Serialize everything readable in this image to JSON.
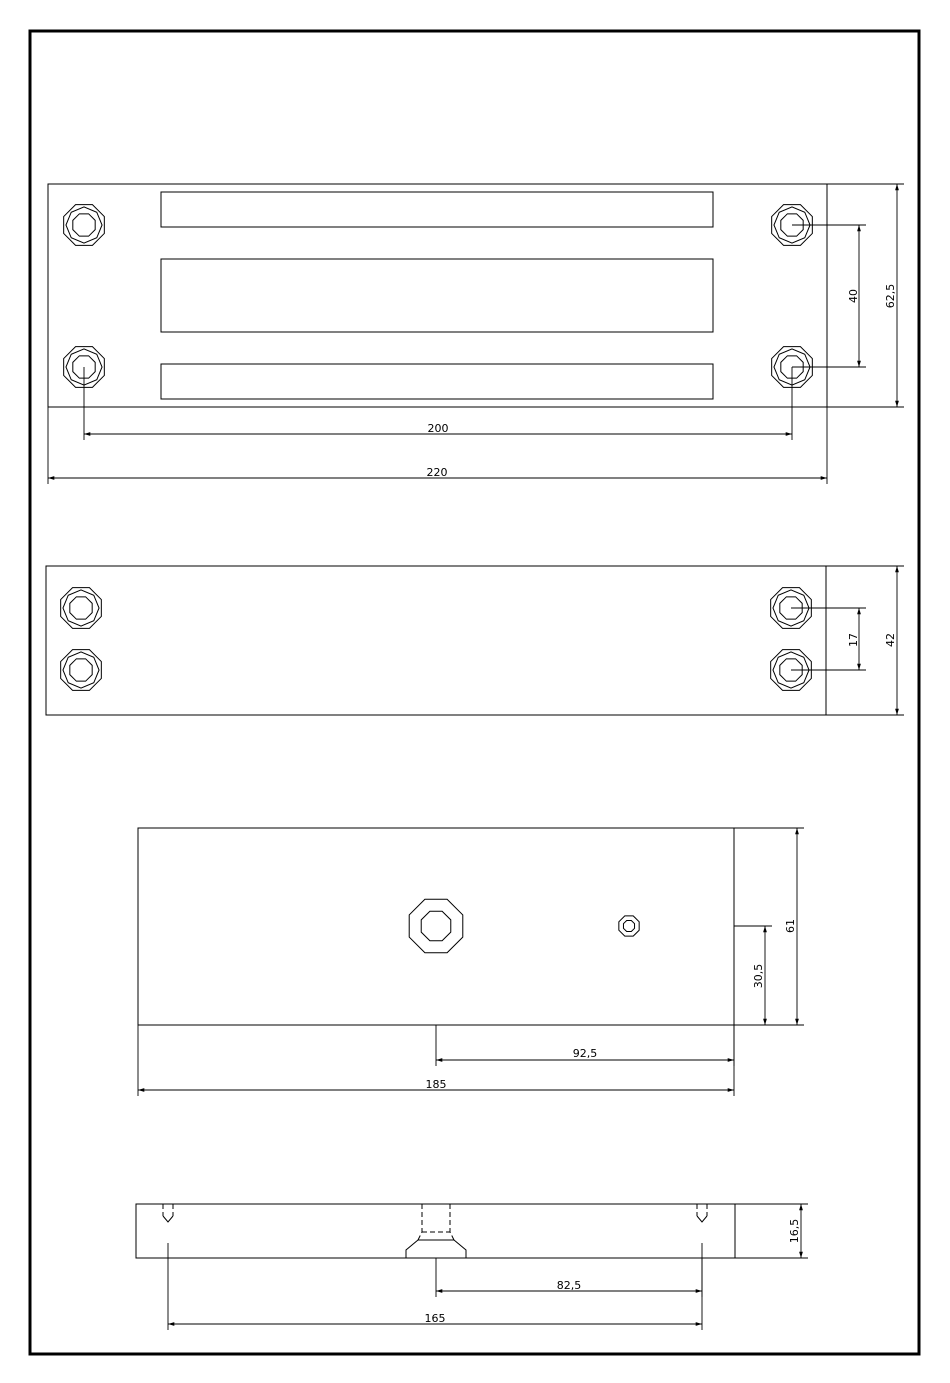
{
  "sheet": {
    "border_color": "#000000",
    "background": "#ffffff"
  },
  "views": {
    "top_view": {
      "dimensions": {
        "hole_spacing_horizontal": "200",
        "overall_width": "220",
        "hole_spacing_vertical": "40",
        "overall_height": "62,5"
      }
    },
    "middle_view": {
      "dimensions": {
        "hole_spacing_vertical": "17",
        "overall_height": "42"
      }
    },
    "plate_view": {
      "dimensions": {
        "hole_offset_horizontal": "92,5",
        "overall_width": "185",
        "hole_offset_vertical": "30,5",
        "overall_height": "61"
      }
    },
    "section_view": {
      "dimensions": {
        "hole_offset_horizontal": "82,5",
        "pin_spacing": "165",
        "thickness": "16,5"
      }
    }
  }
}
